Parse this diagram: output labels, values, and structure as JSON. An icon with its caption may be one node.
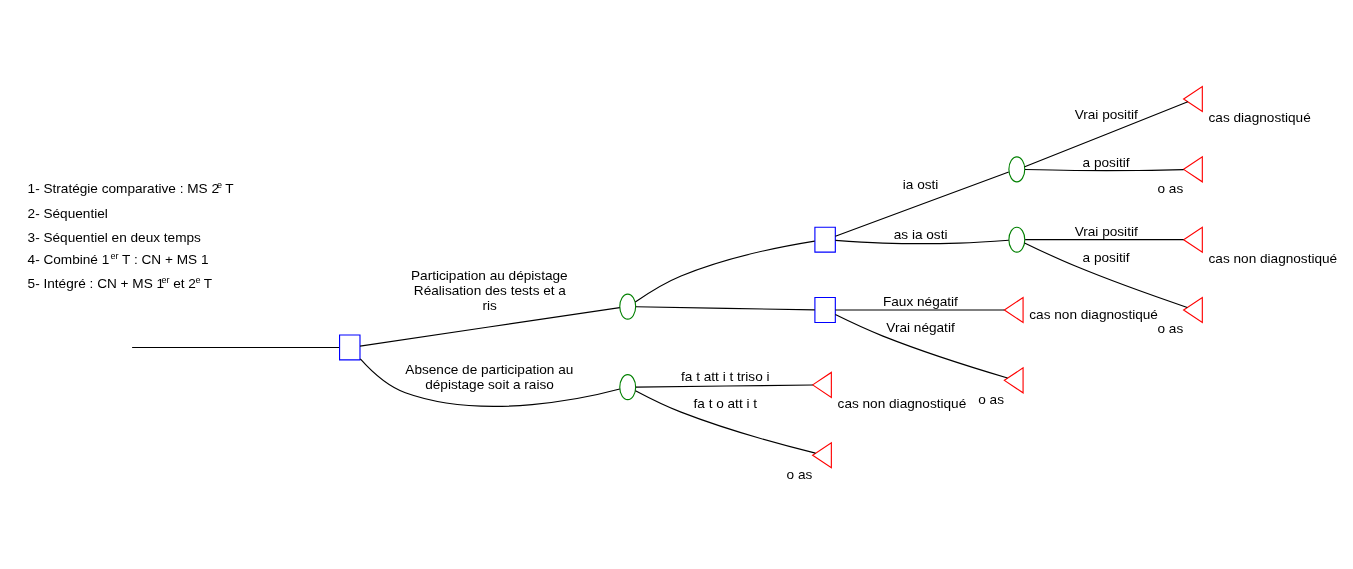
{
  "diagram": {
    "nodes": [
      {
        "text": [],
        "shape": "box"
      },
      {
        "text": [],
        "shape": "circle"
      },
      {
        "text": [],
        "shape": "box"
      },
      {
        "text": [],
        "shape": "circle"
      },
      {
        "text": [],
        "shape": "triangle",
        "beside": [
          "cas diagnostiqué"
        ]
      },
      {
        "text": [],
        "shape": "triangle",
        "beside": [
          "o as"
        ]
      },
      {
        "text": [],
        "shape": "circle"
      },
      {
        "text": [],
        "shape": "triangle",
        "beside": [
          "cas non diagnostiqué"
        ]
      },
      {
        "text": [],
        "shape": "triangle",
        "beside": [
          "o as"
        ]
      },
      {
        "text": [],
        "shape": "box"
      },
      {
        "text": [],
        "shape": "triangle",
        "beside": [
          "cas non diagnostiqué"
        ]
      },
      {
        "text": [],
        "shape": "triangle",
        "beside": [
          "o as"
        ]
      },
      {
        "text": [],
        "shape": "circle"
      },
      {
        "text": [],
        "shape": "triangle",
        "beside": [
          "cas non diagnostiqué"
        ]
      },
      {
        "text": [],
        "shape": "triangle",
        "beside": [
          "o as"
        ]
      }
    ],
    "edges": [
      {
        "from": null,
        "to": 0,
        "arrow": "none"
      },
      {
        "from": 0,
        "to": 1,
        "arrow": "none",
        "label": "Participation au dépistage Réalisation des tests et a ris"
      },
      {
        "from": 1,
        "to": 2,
        "arrow": "none"
      },
      {
        "from": 2,
        "to": 3,
        "arrow": "none",
        "label": "ia osti"
      },
      {
        "from": 3,
        "to": 4,
        "arrow": "none",
        "label": "Vrai positif"
      },
      {
        "from": 3,
        "to": 5,
        "arrow": "none",
        "label": "a positif"
      },
      {
        "from": 2,
        "to": 6,
        "arrow": "none",
        "label": "as ia osti"
      },
      {
        "from": 6,
        "to": 7,
        "arrow": "none",
        "label": "Vrai positif"
      },
      {
        "from": 6,
        "to": 8,
        "arrow": "none",
        "label": "a positif"
      },
      {
        "from": 1,
        "to": 9,
        "arrow": "none"
      },
      {
        "from": 9,
        "to": 10,
        "arrow": "none",
        "label": "Faux négatif"
      },
      {
        "from": 9,
        "to": 11,
        "arrow": "none",
        "label": "Vrai négatif"
      },
      {
        "from": 0,
        "to": 12,
        "arrow": "none",
        "label": "Absence de participation au dépistage soit a raiso"
      },
      {
        "from": 12,
        "to": 13,
        "arrow": "none",
        "label": "fa t att i t triso i"
      },
      {
        "from": 12,
        "to": 14,
        "arrow": "none",
        "label": "fa t o att i t"
      }
    ],
    "labels": [
      "1- Stratégie comparative : MS 2$^{e}$ T",
      "2- Séquentiel",
      "3- Séquentiel en deux temps",
      "4- Combiné 1$^{er}$ T : CN + MS 1",
      "5- Intégré : CN + MS 1$^{er}$ et 2$^{e}$ T"
    ]
  }
}
